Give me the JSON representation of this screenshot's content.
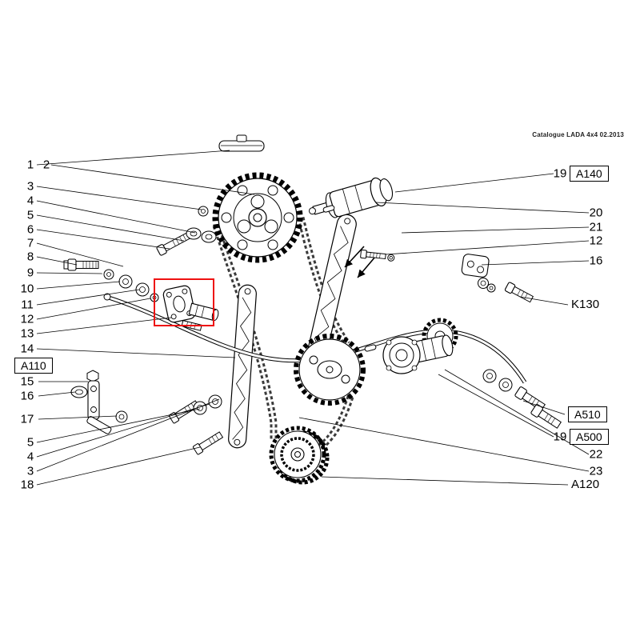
{
  "watermark": "Catalogue LADA 4x4  02.2013",
  "highlight_color": "#ee1111",
  "callouts": {
    "l1": "1",
    "l2": "2",
    "l3": "3",
    "l4": "4",
    "l5": "5",
    "l6": "6",
    "l7": "7",
    "l8": "8",
    "l9": "9",
    "l10": "10",
    "l11": "11",
    "l12": "12",
    "l13": "13",
    "l14": "14",
    "l15": "15",
    "l16": "16",
    "l17": "17",
    "l5b": "5",
    "l4b": "4",
    "l3b": "3",
    "l18": "18",
    "r19a": "19",
    "r20": "20",
    "r21": "21",
    "r12": "12",
    "r16": "16",
    "r19b": "19",
    "r22": "22",
    "r23": "23"
  },
  "part_codes": {
    "a110": "A110",
    "a140": "A140",
    "k130": "K130",
    "a510": "A510",
    "a500": "A500",
    "a120": "A120"
  }
}
